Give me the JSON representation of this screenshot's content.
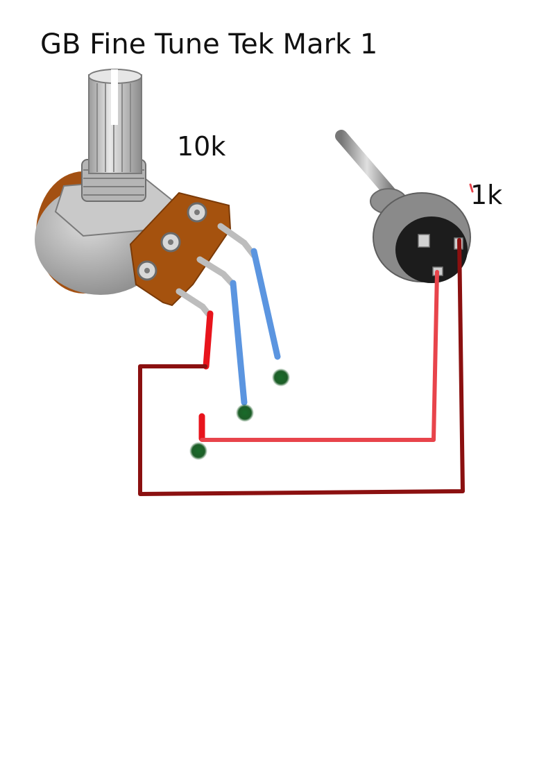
{
  "title": "GB Fine Tune  Tek Mark 1",
  "pots": {
    "large": {
      "value_label": "10k"
    },
    "small": {
      "value_label": "1k"
    }
  },
  "colors": {
    "background": "#ffffff",
    "wire_dark_red": "#8b1010",
    "wire_red": "#e8444b",
    "wire_bright_red": "#e8141c",
    "wire_blue": "#5b95e0",
    "endpoint_green": "#1a6b2a",
    "pot_body_silver": "#b8b8b8",
    "pot_board_brown": "#a5520e",
    "pot_small_body": "#8a8a8a",
    "pot_small_face": "#1c1c1c"
  },
  "icons": {
    "large_pot": "potentiometer-10k-icon",
    "small_pot": "potentiometer-1k-icon",
    "endpoint": "solder-point-icon"
  }
}
